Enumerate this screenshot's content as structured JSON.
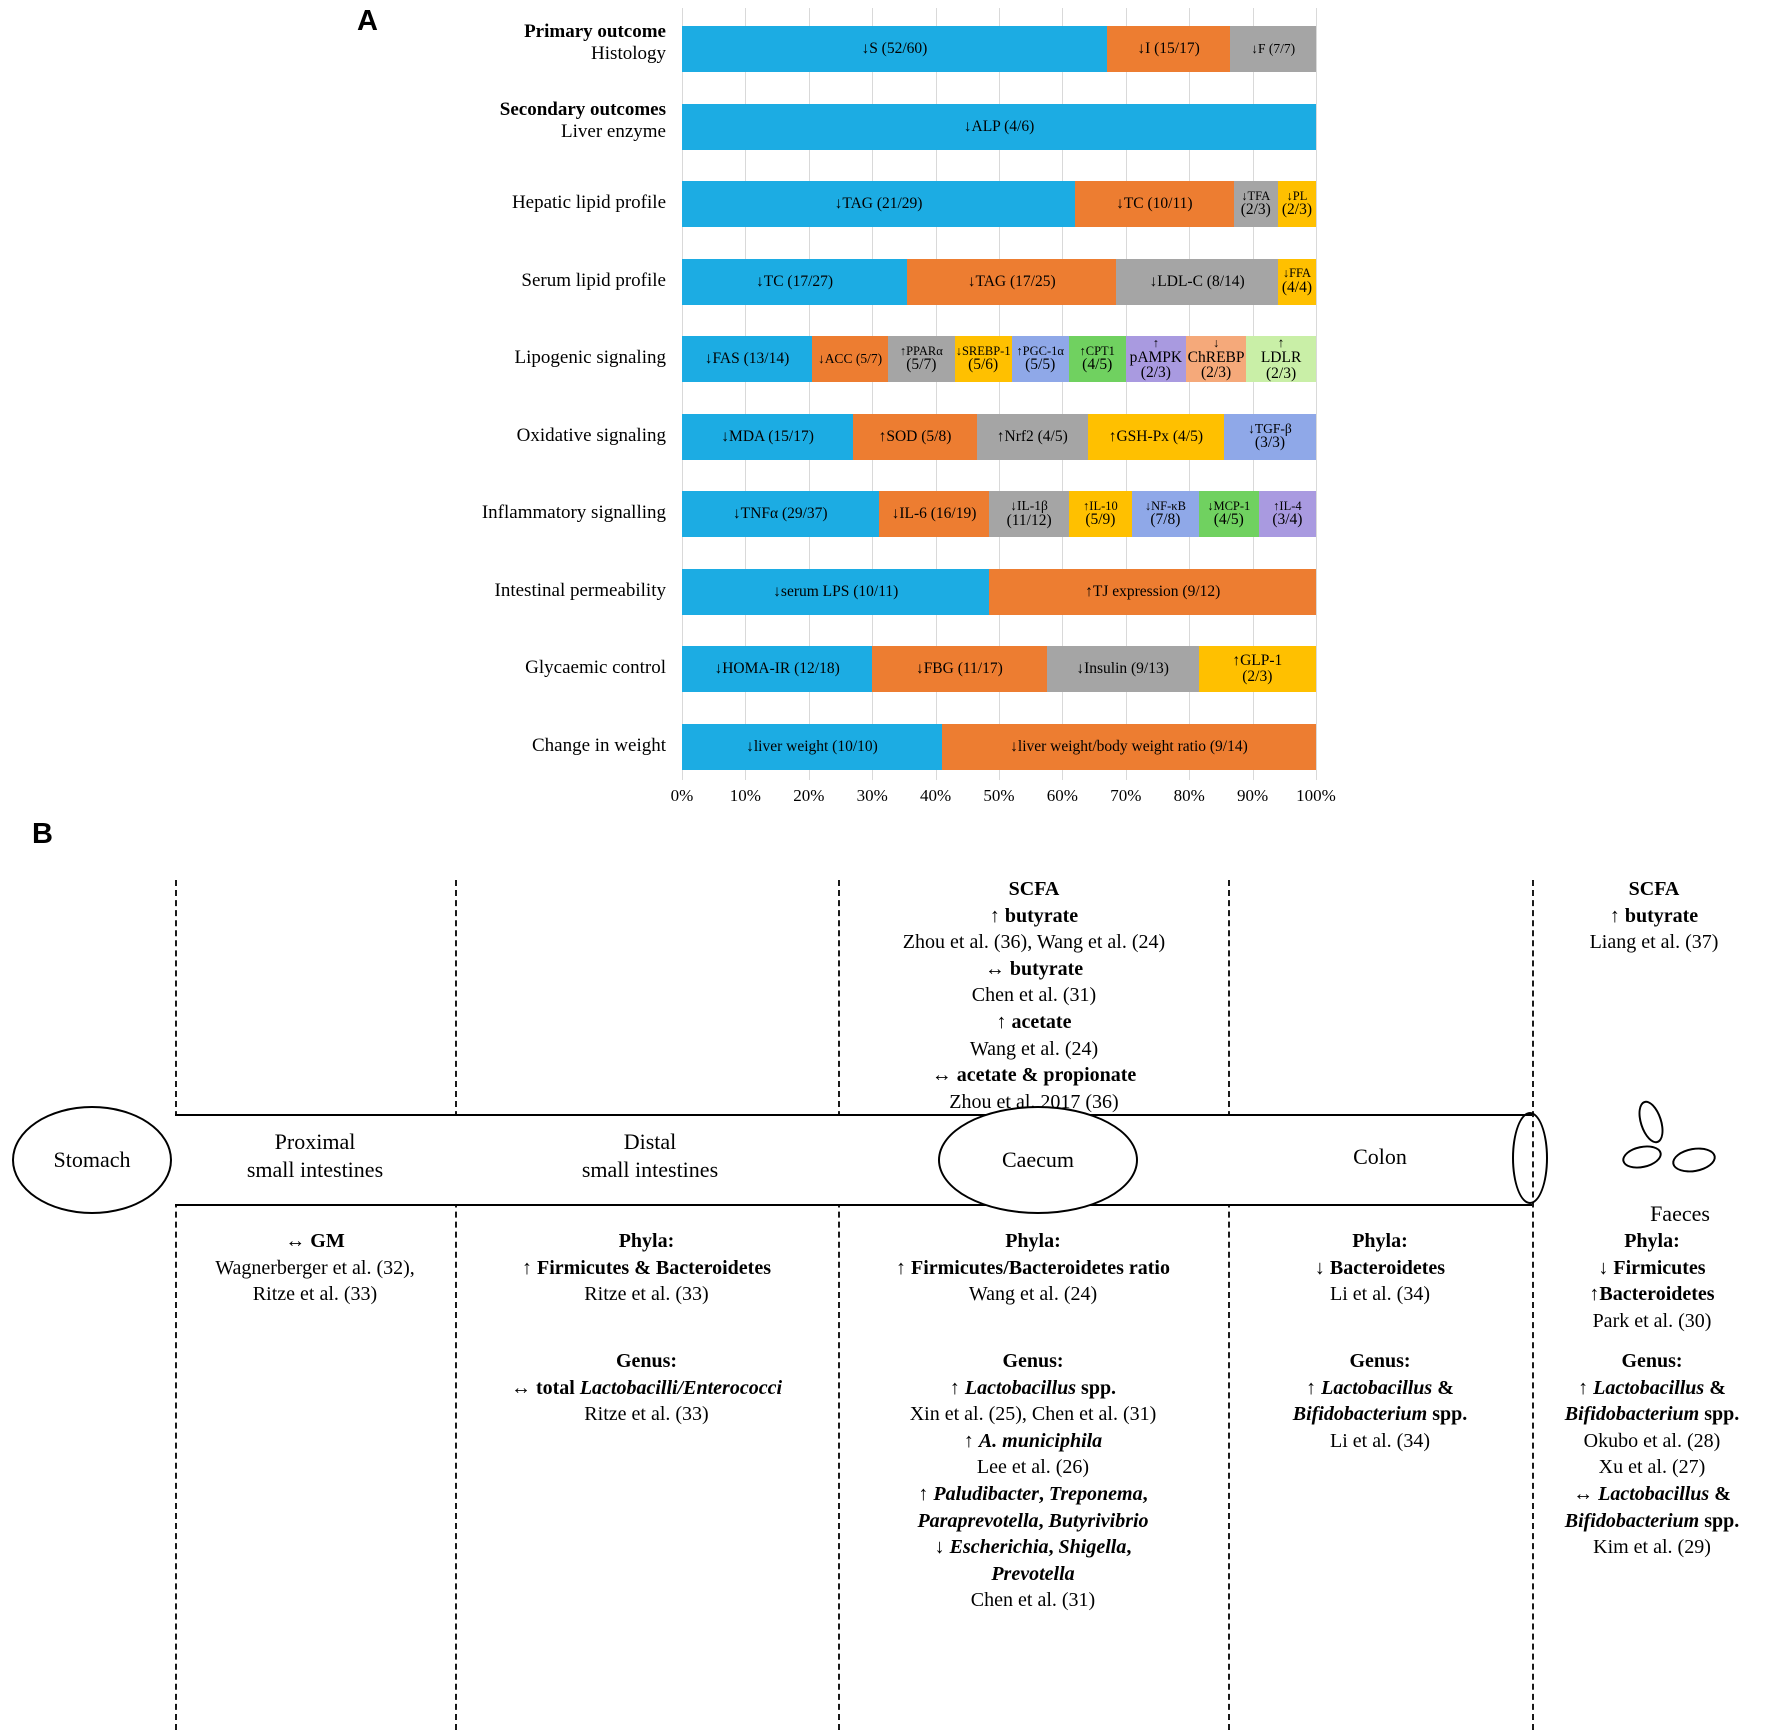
{
  "panelA": {
    "letter": "A",
    "axis": {
      "ticks": [
        "0%",
        "10%",
        "20%",
        "30%",
        "40%",
        "50%",
        "60%",
        "70%",
        "80%",
        "90%",
        "100%"
      ]
    },
    "colors": {
      "blue": "#1CACE3",
      "orange": "#ED7D31",
      "gray": "#A5A5A5",
      "yellow": "#FFC000",
      "periwinkle": "#8FA8E8",
      "green": "#70D160",
      "purple": "#A99AE0",
      "salmon": "#F5A97A",
      "lightgreen": "#C9EFA7",
      "steel": "#4472C4"
    },
    "rows": [
      {
        "label_bold": "Primary outcome",
        "label_sub": "Histology",
        "segments": [
          {
            "text": "↓S (52/60)",
            "pct": 67.0,
            "color": "blue"
          },
          {
            "text": "↓I (15/17)",
            "pct": 19.5,
            "color": "orange"
          },
          {
            "text": "↓F (7/7)",
            "pct": 13.5,
            "color": "gray"
          }
        ]
      },
      {
        "label_bold": "Secondary outcomes",
        "label_sub": "Liver enzyme",
        "segments": [
          {
            "text": "↓ALP (4/6)",
            "pct": 100.0,
            "color": "blue"
          }
        ]
      },
      {
        "label_bold": "",
        "label_sub": "Hepatic lipid profile",
        "segments": [
          {
            "text": "↓TAG (21/29)",
            "pct": 62.0,
            "color": "blue"
          },
          {
            "text": "↓TC (10/11)",
            "pct": 25.0,
            "color": "orange"
          },
          {
            "text": "↓TFA",
            "text2": "(2/3)",
            "pct": 7.0,
            "color": "gray"
          },
          {
            "text": "↓PL",
            "text2": "(2/3)",
            "pct": 6.0,
            "color": "yellow"
          }
        ]
      },
      {
        "label_bold": "",
        "label_sub": "Serum lipid profile",
        "segments": [
          {
            "text": "↓TC (17/27)",
            "pct": 35.5,
            "color": "blue"
          },
          {
            "text": "↓TAG (17/25)",
            "pct": 33.0,
            "color": "orange"
          },
          {
            "text": "↓LDL-C (8/14)",
            "pct": 25.5,
            "color": "gray"
          },
          {
            "text": "↓FFA",
            "text2": "(4/4)",
            "pct": 6.0,
            "color": "yellow"
          }
        ]
      },
      {
        "label_bold": "",
        "label_sub": "Lipogenic signaling",
        "segments": [
          {
            "text": "↓FAS (13/14)",
            "pct": 20.5,
            "color": "blue"
          },
          {
            "text": "↓ACC (5/7)",
            "pct": 12.0,
            "color": "orange"
          },
          {
            "text": "↑PPARα",
            "text2": "(5/7)",
            "pct": 10.5,
            "color": "gray"
          },
          {
            "text": "↓SREBP-1",
            "text2": "(5/6)",
            "pct": 9.0,
            "color": "yellow"
          },
          {
            "text": "↑PGC-1α",
            "text2": "(5/5)",
            "pct": 9.0,
            "color": "periwinkle"
          },
          {
            "text": "↑CPT1",
            "text2": "(4/5)",
            "pct": 9.0,
            "color": "green"
          },
          {
            "text": "↑",
            "text2": "pAMPK",
            "text3": "(2/3)",
            "pct": 9.5,
            "color": "purple"
          },
          {
            "text": "↓",
            "text2": "ChREBP",
            "text3": "(2/3)",
            "pct": 9.5,
            "color": "salmon"
          },
          {
            "text": "↑",
            "text2": "LDLR",
            "text3": "(2/3)",
            "pct": 11.0,
            "color": "lightgreen"
          }
        ]
      },
      {
        "label_bold": "",
        "label_sub": "Oxidative signaling",
        "segments": [
          {
            "text": "↓MDA (15/17)",
            "pct": 27.0,
            "color": "blue"
          },
          {
            "text": "↑SOD (5/8)",
            "pct": 19.5,
            "color": "orange"
          },
          {
            "text": "↑Nrf2 (4/5)",
            "pct": 17.5,
            "color": "gray"
          },
          {
            "text": "↑GSH-Px (4/5)",
            "pct": 21.5,
            "color": "yellow"
          },
          {
            "text": "↓TGF-β",
            "text2": "(3/3)",
            "pct": 14.5,
            "color": "periwinkle"
          }
        ]
      },
      {
        "label_bold": "",
        "label_sub": "Inflammatory signalling",
        "segments": [
          {
            "text": "↓TNFα (29/37)",
            "pct": 31.0,
            "color": "blue"
          },
          {
            "text": "↓IL-6 (16/19)",
            "pct": 17.5,
            "color": "orange"
          },
          {
            "text": "↓IL-1β",
            "text2": "(11/12)",
            "pct": 12.5,
            "color": "gray"
          },
          {
            "text": "↑IL-10",
            "text2": "(5/9)",
            "pct": 10.0,
            "color": "yellow"
          },
          {
            "text": "↓NF-κB",
            "text2": "(7/8)",
            "pct": 10.5,
            "color": "periwinkle"
          },
          {
            "text": "↓MCP-1",
            "text2": "(4/5)",
            "pct": 9.5,
            "color": "green"
          },
          {
            "text": "↑IL-4",
            "text2": "(3/4)",
            "pct": 9.0,
            "color": "purple"
          }
        ]
      },
      {
        "label_bold": "",
        "label_sub": "Intestinal permeability",
        "segments": [
          {
            "text": "↓serum LPS (10/11)",
            "pct": 48.5,
            "color": "blue"
          },
          {
            "text": "↑TJ expression (9/12)",
            "pct": 51.5,
            "color": "orange"
          }
        ]
      },
      {
        "label_bold": "",
        "label_sub": "Glycaemic control",
        "segments": [
          {
            "text": "↓HOMA-IR (12/18)",
            "pct": 30.0,
            "color": "blue"
          },
          {
            "text": "↓FBG (11/17)",
            "pct": 27.5,
            "color": "orange"
          },
          {
            "text": "↓Insulin (9/13)",
            "pct": 24.0,
            "color": "gray"
          },
          {
            "text": "↑GLP-1",
            "text2": "(2/3)",
            "pct": 18.5,
            "color": "yellow"
          }
        ]
      },
      {
        "label_bold": "",
        "label_sub": "Change in weight",
        "segments": [
          {
            "text": "↓liver weight (10/10)",
            "pct": 41.0,
            "color": "blue"
          },
          {
            "text": "↓liver weight/body weight ratio  (9/14)",
            "pct": 59.0,
            "color": "orange"
          }
        ]
      }
    ]
  },
  "chart_data": {
    "type": "bar",
    "orientation": "horizontal",
    "stacked": true,
    "title": "",
    "xlabel": "",
    "ylabel": "",
    "xlim": [
      0,
      100
    ],
    "xticks": [
      0,
      10,
      20,
      30,
      40,
      50,
      60,
      70,
      80,
      90,
      100
    ],
    "xtick_labels": [
      "0%",
      "10%",
      "20%",
      "30%",
      "40%",
      "50%",
      "60%",
      "70%",
      "80%",
      "90%",
      "100%"
    ],
    "grid": "vertical",
    "legend": "none",
    "categories": [
      "Primary outcome Histology",
      "Secondary outcomes Liver enzyme",
      "Hepatic lipid profile",
      "Serum lipid profile",
      "Lipogenic signaling",
      "Oxidative signaling",
      "Inflammatory signalling",
      "Intestinal permeability",
      "Glycaemic control",
      "Change in weight"
    ],
    "stacks": [
      {
        "category": "Primary outcome Histology",
        "segments": [
          {
            "label": "↓S",
            "counts": "52/60",
            "value": 67.0
          },
          {
            "label": "↓I",
            "counts": "15/17",
            "value": 19.5
          },
          {
            "label": "↓F",
            "counts": "7/7",
            "value": 13.5
          }
        ]
      },
      {
        "category": "Secondary outcomes Liver enzyme",
        "segments": [
          {
            "label": "↓ALP",
            "counts": "4/6",
            "value": 100.0
          }
        ]
      },
      {
        "category": "Hepatic lipid profile",
        "segments": [
          {
            "label": "↓TAG",
            "counts": "21/29",
            "value": 62.0
          },
          {
            "label": "↓TC",
            "counts": "10/11",
            "value": 25.0
          },
          {
            "label": "↓TFA",
            "counts": "2/3",
            "value": 7.0
          },
          {
            "label": "↓PL",
            "counts": "2/3",
            "value": 6.0
          }
        ]
      },
      {
        "category": "Serum lipid profile",
        "segments": [
          {
            "label": "↓TC",
            "counts": "17/27",
            "value": 35.5
          },
          {
            "label": "↓TAG",
            "counts": "17/25",
            "value": 33.0
          },
          {
            "label": "↓LDL-C",
            "counts": "8/14",
            "value": 25.5
          },
          {
            "label": "↓FFA",
            "counts": "4/4",
            "value": 6.0
          }
        ]
      },
      {
        "category": "Lipogenic signaling",
        "segments": [
          {
            "label": "↓FAS",
            "counts": "13/14",
            "value": 20.5
          },
          {
            "label": "↓ACC",
            "counts": "5/7",
            "value": 12.0
          },
          {
            "label": "↑PPARα",
            "counts": "5/7",
            "value": 10.5
          },
          {
            "label": "↓SREBP-1",
            "counts": "5/6",
            "value": 9.0
          },
          {
            "label": "↑PGC-1α",
            "counts": "5/5",
            "value": 9.0
          },
          {
            "label": "↑CPT1",
            "counts": "4/5",
            "value": 9.0
          },
          {
            "label": "↑pAMPK",
            "counts": "2/3",
            "value": 9.5
          },
          {
            "label": "↓ChREBP",
            "counts": "2/3",
            "value": 9.5
          },
          {
            "label": "↑LDLR",
            "counts": "2/3",
            "value": 11.0
          }
        ]
      },
      {
        "category": "Oxidative signaling",
        "segments": [
          {
            "label": "↓MDA",
            "counts": "15/17",
            "value": 27.0
          },
          {
            "label": "↑SOD",
            "counts": "5/8",
            "value": 19.5
          },
          {
            "label": "↑Nrf2",
            "counts": "4/5",
            "value": 17.5
          },
          {
            "label": "↑GSH-Px",
            "counts": "4/5",
            "value": 21.5
          },
          {
            "label": "↓TGF-β",
            "counts": "3/3",
            "value": 14.5
          }
        ]
      },
      {
        "category": "Inflammatory signalling",
        "segments": [
          {
            "label": "↓TNFα",
            "counts": "29/37",
            "value": 31.0
          },
          {
            "label": "↓IL-6",
            "counts": "16/19",
            "value": 17.5
          },
          {
            "label": "↓IL-1β",
            "counts": "11/12",
            "value": 12.5
          },
          {
            "label": "↑IL-10",
            "counts": "5/9",
            "value": 10.0
          },
          {
            "label": "↓NF-κB",
            "counts": "7/8",
            "value": 10.5
          },
          {
            "label": "↓MCP-1",
            "counts": "4/5",
            "value": 9.5
          },
          {
            "label": "↑IL-4",
            "counts": "3/4",
            "value": 9.0
          }
        ]
      },
      {
        "category": "Intestinal permeability",
        "segments": [
          {
            "label": "↓serum LPS",
            "counts": "10/11",
            "value": 48.5
          },
          {
            "label": "↑TJ expression",
            "counts": "9/12",
            "value": 51.5
          }
        ]
      },
      {
        "category": "Glycaemic control",
        "segments": [
          {
            "label": "↓HOMA-IR",
            "counts": "12/18",
            "value": 30.0
          },
          {
            "label": "↓FBG",
            "counts": "11/17",
            "value": 27.5
          },
          {
            "label": "↓Insulin",
            "counts": "9/13",
            "value": 24.0
          },
          {
            "label": "↑GLP-1",
            "counts": "2/3",
            "value": 18.5
          }
        ]
      },
      {
        "category": "Change in weight",
        "segments": [
          {
            "label": "↓liver weight",
            "counts": "10/10",
            "value": 41.0
          },
          {
            "label": "↓liver weight/body weight ratio",
            "counts": "9/14",
            "value": 59.0
          }
        ]
      }
    ]
  },
  "panelB": {
    "letter": "B",
    "organs": {
      "stomach": "Stomach",
      "caecum": "Caecum",
      "proximal": "Proximal\nsmall intestines",
      "distal": "Distal\nsmall intestines",
      "colon": "Colon",
      "faeces": "Faeces"
    },
    "scfa_caecum": {
      "title": "SCFA",
      "lines": [
        {
          "t": "↑ butyrate",
          "bold": true
        },
        {
          "t": "Zhou et al. (36), Wang et al. (24)",
          "bold": false
        },
        {
          "t": "↔ butyrate",
          "bold": true
        },
        {
          "t": "Chen et al. (31)",
          "bold": false
        },
        {
          "t": "↑ acetate",
          "bold": true
        },
        {
          "t": "Wang et al. (24)",
          "bold": false
        },
        {
          "t": "↔ acetate & propionate",
          "bold": true
        },
        {
          "t": "Zhou et al. 2017 (36)",
          "bold": false
        }
      ]
    },
    "scfa_faeces": {
      "title": "SCFA",
      "lines": [
        {
          "t": "↑ butyrate",
          "bold": true
        },
        {
          "t": "Liang et al. (37)",
          "bold": false
        }
      ]
    },
    "proximal_gm": {
      "lines": [
        {
          "t": "↔ GM",
          "bold": true
        },
        {
          "t": "Wagnerberger et al. (32),",
          "bold": false
        },
        {
          "t": "Ritze et al. (33)",
          "bold": false
        }
      ]
    },
    "distal_phyla": {
      "lines": [
        {
          "t": "Phyla:",
          "bold": true
        },
        {
          "t": "↑ Firmicutes & Bacteroidetes",
          "bold": true
        },
        {
          "t": "Ritze et al. (33)",
          "bold": false
        }
      ]
    },
    "distal_genus": {
      "lines": [
        {
          "t": "Genus:",
          "bold": true
        },
        {
          "t": "↔ total Lactobacilli/Enterococci",
          "bold": true,
          "italicFrom": 8
        },
        {
          "t": "Ritze et al. (33)",
          "bold": false
        }
      ]
    },
    "caecum_phyla": {
      "lines": [
        {
          "t": "Phyla:",
          "bold": true
        },
        {
          "t": "↑ Firmicutes/Bacteroidetes ratio",
          "bold": true
        },
        {
          "t": "Wang et al. (24)",
          "bold": false
        }
      ]
    },
    "caecum_genus": {
      "lines": [
        {
          "t": "Genus:",
          "bold": true
        },
        {
          "t": "↑ Lactobacillus spp.",
          "bold": true
        },
        {
          "t": "Xin et al. (25), Chen et al. (31)",
          "bold": false
        },
        {
          "t": "↑ A. municiphila",
          "bold": true
        },
        {
          "t": "Lee et al. (26)",
          "bold": false
        },
        {
          "t": "↑ Paludibacter, Treponema,",
          "bold": true
        },
        {
          "t": "Paraprevotella, Butyrivibrio",
          "bold": true
        },
        {
          "t": "↓ Escherichia, Shigella,",
          "bold": true
        },
        {
          "t": "Prevotella",
          "bold": true
        },
        {
          "t": "Chen et al. (31)",
          "bold": false
        }
      ]
    },
    "colon_phyla": {
      "lines": [
        {
          "t": "Phyla:",
          "bold": true
        },
        {
          "t": "↓ Bacteroidetes",
          "bold": true
        },
        {
          "t": "Li et al. (34)",
          "bold": false
        }
      ]
    },
    "colon_genus": {
      "lines": [
        {
          "t": "Genus:",
          "bold": true
        },
        {
          "t": "↑ Lactobacillus &",
          "bold": true
        },
        {
          "t": "Bifidobacterium spp.",
          "bold": true
        },
        {
          "t": "Li et al. (34)",
          "bold": false
        }
      ]
    },
    "faeces_phyla": {
      "lines": [
        {
          "t": "Phyla:",
          "bold": true
        },
        {
          "t": "↓ Firmicutes",
          "bold": true
        },
        {
          "t": "↑Bacteroidetes",
          "bold": true
        },
        {
          "t": "Park et al. (30)",
          "bold": false
        }
      ]
    },
    "faeces_genus": {
      "lines": [
        {
          "t": "Genus:",
          "bold": true
        },
        {
          "t": "↑ Lactobacillus &",
          "bold": true
        },
        {
          "t": "Bifidobacterium spp.",
          "bold": true
        },
        {
          "t": "Okubo et al.  (28)",
          "bold": false
        },
        {
          "t": "Xu et al. (27)",
          "bold": false
        },
        {
          "t": "↔ Lactobacillus &",
          "bold": true
        },
        {
          "t": "Bifidobacterium spp.",
          "bold": true
        },
        {
          "t": "Kim et al. (29)",
          "bold": false
        }
      ]
    }
  }
}
